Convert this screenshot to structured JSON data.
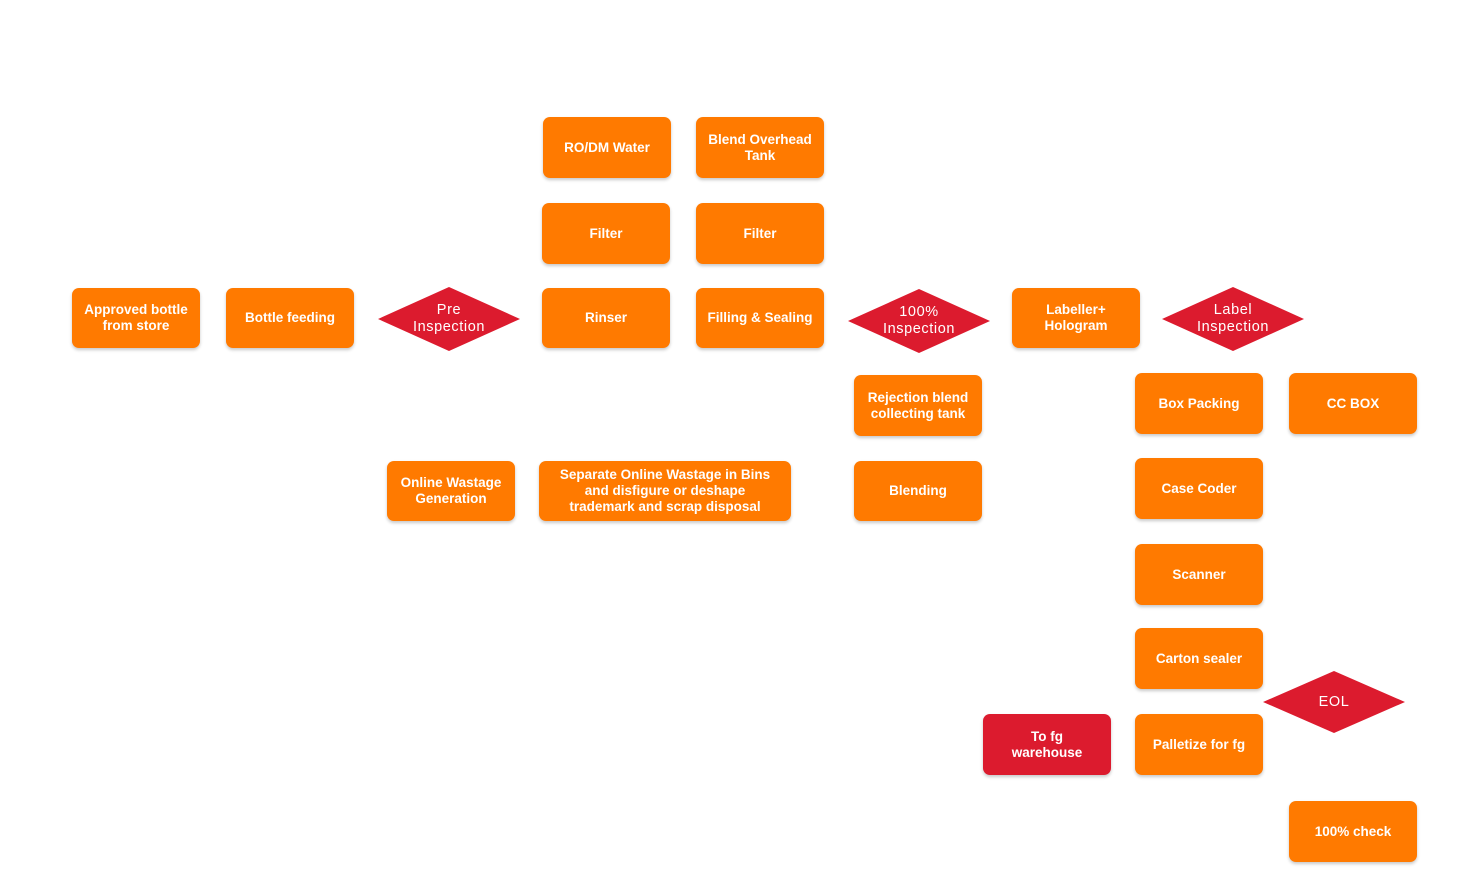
{
  "colors": {
    "process_box": "#ff7a00",
    "decision_diamond": "#dc1b2e",
    "terminal_box": "#dc1b2e",
    "text": "#ffffff"
  },
  "diagram": {
    "nodes": {
      "approved_bottle": "Approved bottle\nfrom store",
      "bottle_feeding": "Bottle feeding",
      "pre_inspection": "Pre\nInspection",
      "ro_dm_water": "RO/DM Water",
      "filter_1": "Filter",
      "rinser": "Rinser",
      "blend_overhead_tank": "Blend Overhead\nTank",
      "filter_2": "Filter",
      "filling_sealing": "Filling & Sealing",
      "inspection_100": "100%\nInspection",
      "rejection_blend": "Rejection blend\ncollecting tank",
      "blending": "Blending",
      "online_wastage": "Online Wastage\nGeneration",
      "separate_wastage": "Separate Online Wastage in Bins\nand disfigure or deshape\ntrademark and scrap disposal",
      "labeller_hologram": "Labeller+\nHologram",
      "label_inspection": "Label\nInspection",
      "box_packing": "Box Packing",
      "cc_box": "CC BOX",
      "case_coder": "Case Coder",
      "scanner": "Scanner",
      "carton_sealer": "Carton sealer",
      "eol": "EOL",
      "palletize": "Palletize for fg",
      "to_fg_warehouse": "To fg\nwarehouse",
      "check_100": "100% check"
    }
  }
}
